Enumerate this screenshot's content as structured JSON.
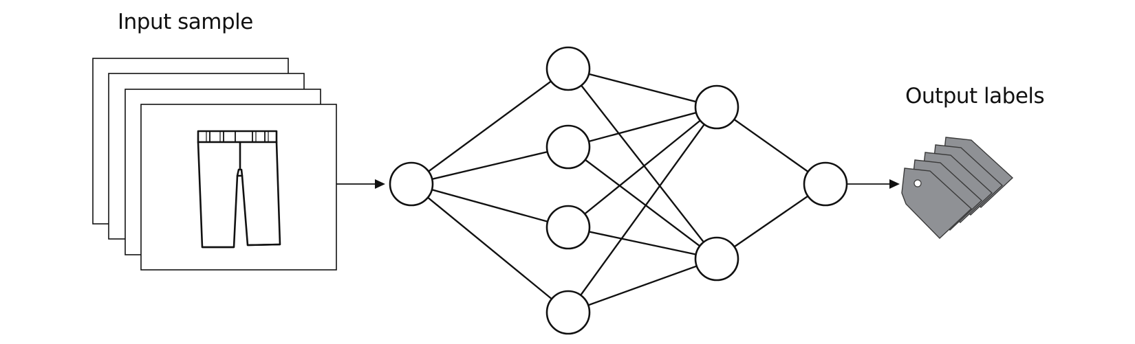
{
  "labels": {
    "input": "Input sample",
    "output": "Output labels"
  },
  "network": {
    "layers": [
      1,
      4,
      2,
      1
    ],
    "connectivity": "fully-connected"
  },
  "input_icon": "trousers-icon",
  "output_icon": "price-tag-icon",
  "colors": {
    "stroke": "#111111",
    "tag_fill": "#8f9195",
    "background": "#ffffff"
  }
}
